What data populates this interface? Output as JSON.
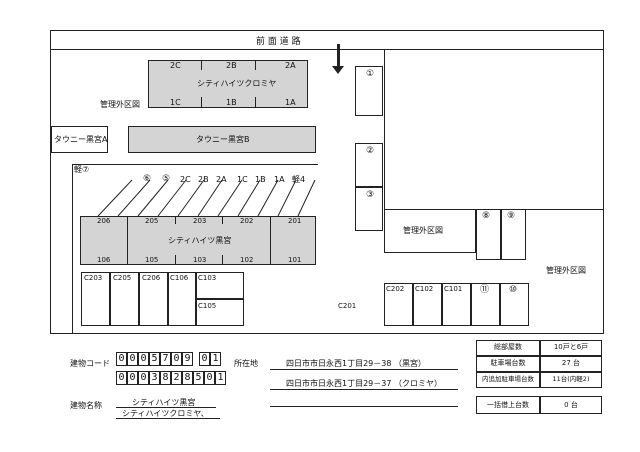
{
  "road": {
    "label": "前 面 道 路"
  },
  "areas": {
    "management_outside_1": "管理外区図",
    "management_outside_2": "管理外区図",
    "management_outside_3": "管理外区図"
  },
  "buildings": {
    "kuromiya": {
      "name": "シティハイツクロミヤ",
      "upper_units": [
        "2C",
        "2B",
        "2A"
      ],
      "lower_units": [
        "1C",
        "1B",
        "1A"
      ]
    },
    "townie_a": "タウニー黒宮A",
    "townie_b": "タウニー黒宮B",
    "kuromiya_heights": {
      "name": "シティハイツ黒宮",
      "upper_units": [
        "206",
        "205",
        "203",
        "202",
        "201"
      ],
      "lower_units": [
        "106",
        "105",
        "103",
        "102",
        "101"
      ]
    }
  },
  "parking": {
    "kei7": "軽⑦",
    "diagonal_labels": [
      "⑥",
      "⑤",
      "2C",
      "2B",
      "2A",
      "1C",
      "1B",
      "1A",
      "軽4"
    ],
    "right_column": [
      "①",
      "②",
      "③"
    ],
    "right_mid": [
      "⑧",
      "⑨"
    ],
    "bottom_left": [
      "C203",
      "C205",
      "C206",
      "C106",
      "C103"
    ],
    "c105": "C105",
    "c201": "C201",
    "bottom_right": [
      "C202",
      "C102",
      "C101",
      "⑪",
      "⑩"
    ]
  },
  "footer": {
    "code_label": "建物コード",
    "code_rows": [
      {
        "digits": [
          "0",
          "0",
          "0",
          "5",
          "7",
          "0",
          "9"
        ],
        "suffix": [
          "0",
          "1"
        ]
      },
      {
        "digits": [
          "0",
          "0",
          "0",
          "3",
          "8",
          "2",
          "8",
          "5"
        ],
        "suffix": [
          "0",
          "1"
        ]
      }
    ],
    "name_label": "建物名称",
    "names": [
      "シティハイツ黒宮",
      "シティハイツクロミヤ、"
    ],
    "location_label": "所在地",
    "addresses": [
      "四日市市日永西1丁目29－38 （黒宮）",
      "四日市市日永西1丁目29－37 （クロミヤ）"
    ],
    "info": [
      {
        "label": "総部屋数",
        "value": "10戸と6戸"
      },
      {
        "label": "駐車場台数",
        "value": "27 台"
      },
      {
        "label": "内追加駐車場台数",
        "value": "11台(内軽2)"
      },
      {
        "label": "一括借上台数",
        "value": "0 台"
      }
    ]
  }
}
